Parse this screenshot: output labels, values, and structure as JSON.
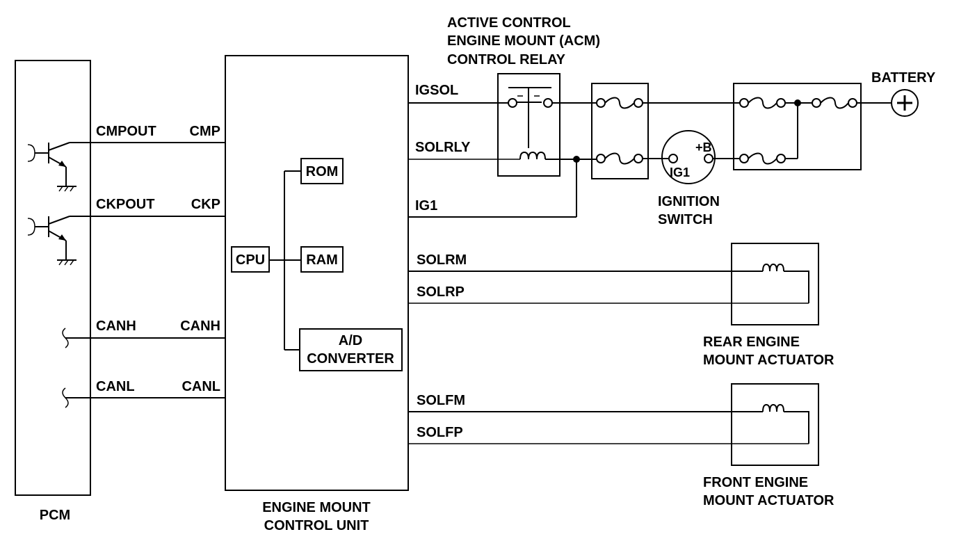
{
  "pcm": {
    "label": "PCM",
    "outputs": [
      "CMPOUT",
      "CKPOUT",
      "CANH",
      "CANL"
    ]
  },
  "ecu": {
    "label_line1": "ENGINE MOUNT",
    "label_line2": "CONTROL UNIT",
    "inputs": [
      "CMP",
      "CKP",
      "CANH",
      "CANL"
    ],
    "pins": [
      "IGSOL",
      "SOLRLY",
      "IG1",
      "SOLRM",
      "SOLRP",
      "SOLFM",
      "SOLFP"
    ],
    "cpu": "CPU",
    "rom": "ROM",
    "ram": "RAM",
    "adc_line1": "A/D",
    "adc_line2": "CONVERTER"
  },
  "relay": {
    "title_line1": "ACTIVE CONTROL",
    "title_line2": "ENGINE MOUNT (ACM)",
    "title_line3": "CONTROL RELAY"
  },
  "ignition": {
    "line1": "IGNITION",
    "line2": "SWITCH",
    "term_b": "+B",
    "term_ig1": "IG1"
  },
  "battery": {
    "label": "BATTERY"
  },
  "rear_actuator": {
    "line1": "REAR  ENGINE",
    "line2": "MOUNT ACTUATOR"
  },
  "front_actuator": {
    "line1": "FRONT ENGINE",
    "line2": "MOUNT ACTUATOR"
  }
}
